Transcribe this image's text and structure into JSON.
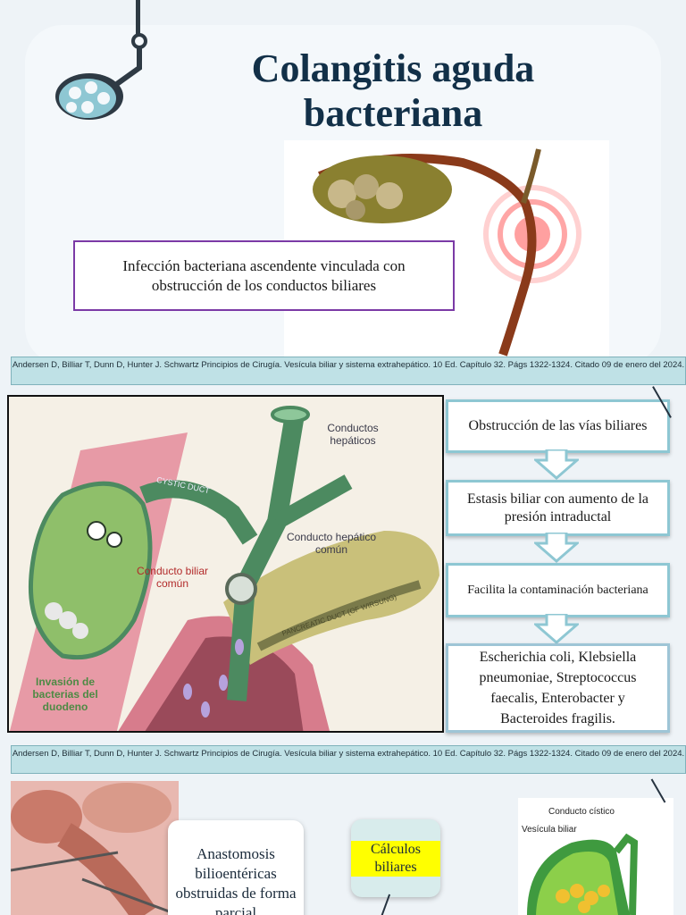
{
  "title": "Colangitis aguda bacteriana",
  "definition": "Infección bacteriana ascendente vinculada con obstrucción de los conductos biliares",
  "citations": [
    "Andersen D, Billiar T, Dunn D, Hunter J. Schwartz Principios de Cirugía. Vesícula biliar y sistema extrahepático. 10 Ed. Capítulo 32. Págs 1322-1324. Citado 09 de enero del 2024.",
    "Andersen D, Billiar T, Dunn D, Hunter J. Schwartz Principios de Cirugía. Vesícula biliar y sistema extrahepático. 10 Ed. Capítulo 32. Págs 1322-1324. Citado 09 de enero del 2024."
  ],
  "anatomy_labels": {
    "conductos_hepaticos": "Conductos hepáticos",
    "conducto_hepatico_comun": "Conducto hepático común",
    "conducto_biliar_comun": "Conducto biliar común",
    "invasion": "Invasión de bacterias del duodeno",
    "cystic_duct": "CYSTIC DUCT",
    "pancreatic_duct": "PANCREATIC DUCT (OF WIRSUNG)"
  },
  "flow": [
    "Obstrucción de las vías biliares",
    "Estasis biliar con aumento de la presión intraductal",
    "Facilita la contaminación bacteriana",
    "Escherichia coli, Klebsiella pneumoniae, Streptococcus faecalis, Enterobacter y Bacteroides fragilis."
  ],
  "causes": {
    "anastomosis": "Anastomosis bilioentéricas obstruidas de forma parcial",
    "calculos": "Cálculos biliares"
  },
  "gallbladder_labels": {
    "cystic": "Conducto cístico",
    "vesicle": "Vesícula biliar"
  }
}
